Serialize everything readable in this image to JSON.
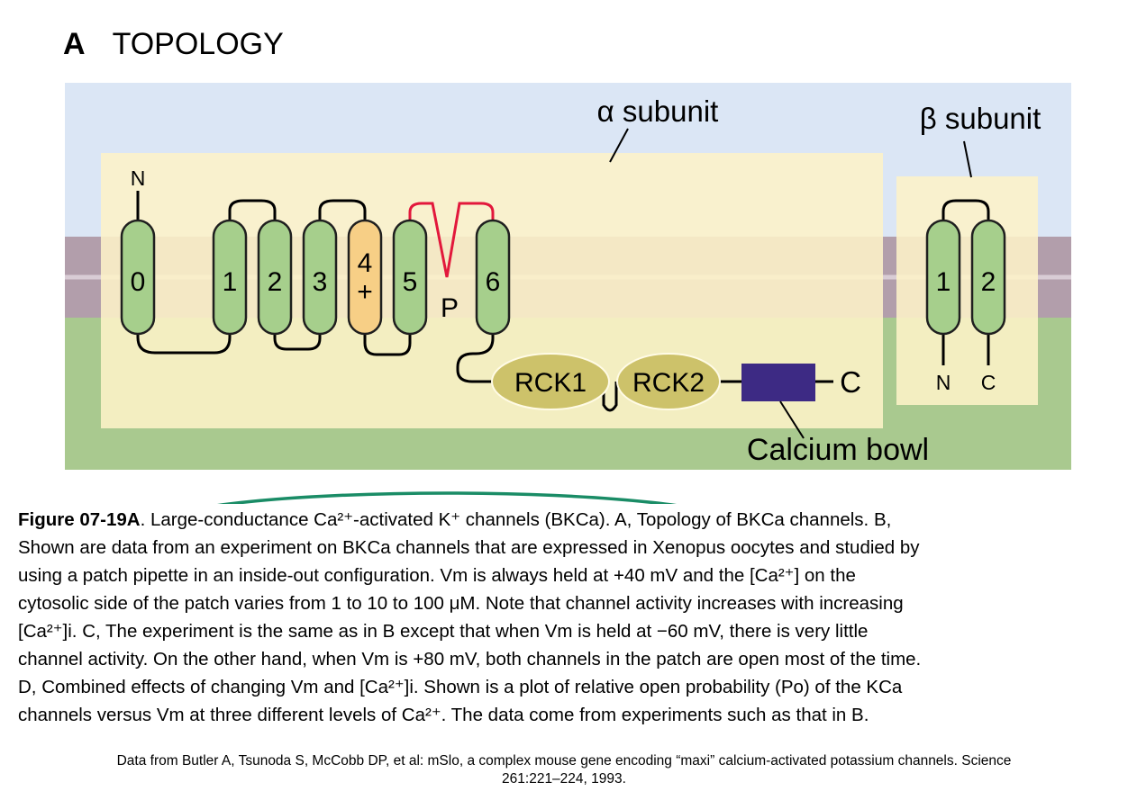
{
  "panel": {
    "letter": "A",
    "title": "TOPOLOGY"
  },
  "diagram": {
    "alpha_label": "α subunit",
    "beta_label": "β subunit",
    "alpha_segments": [
      "0",
      "1",
      "2",
      "3",
      "4",
      "5",
      "6"
    ],
    "s4_charge": "+",
    "pore_label": "P",
    "n_terminus": "N",
    "c_terminus": "C",
    "rck1": "RCK1",
    "rck2": "RCK2",
    "calcium_bowl": "Calcium bowl",
    "beta_segments": [
      "1",
      "2"
    ],
    "beta_n": "N",
    "beta_c": "C",
    "colors": {
      "background_blue": "#dbe6f5",
      "background_green": "#a9c98f",
      "membrane": "#b29eab",
      "subunit_box": "#fdf2c8",
      "helix_green": "#a6cf8c",
      "helix_s4": "#f7cf86",
      "rck": "#cdc26a",
      "calcium_bowl": "#3d2a84",
      "pore_loop": "#e2183c",
      "highlight_ellipse": "#1a8c66"
    }
  },
  "caption": {
    "figure_label": "Figure 07-19A",
    "line1": ". Large-conductance Ca²⁺-activated K⁺ channels (BKCa). A, Topology of BKCa channels. B,",
    "line2": "Shown are data from an experiment on BKCa channels that are expressed in Xenopus oocytes and studied by",
    "line3": "using a patch pipette in an inside-out configuration. Vm is always held at +40 mV and the [Ca²⁺] on the",
    "line4": "cytosolic side of the patch varies from 1 to 10 to 100 μM. Note that channel activity increases with increasing",
    "line5": "[Ca²⁺]i. C, The experiment is the same as in B except that when Vm is held at −60 mV, there is very little",
    "line6": "channel activity. On the other hand, when Vm is +80 mV, both channels in the patch are open most of the time.",
    "line7": "D, Combined effects of changing Vm and [Ca²⁺]i. Shown is a plot of relative open probability (Po) of the KCa",
    "line8": "channels versus Vm at three different levels of Ca²⁺. The data come from experiments such as that in B."
  },
  "source": {
    "line1": "Data from Butler A, Tsunoda S, McCobb DP, et al: mSlo, a complex mouse gene encoding “maxi” calcium-activated potassium channels. Science",
    "line2": "261:221–224, 1993."
  }
}
